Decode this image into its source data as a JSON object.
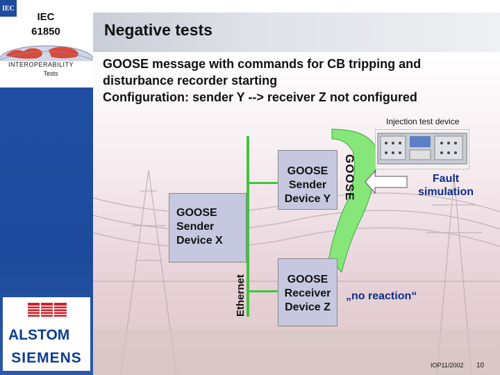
{
  "sidebar": {
    "iec_icon": "IEC",
    "iec_title_line1": "IEC",
    "iec_title_line2": "61850",
    "subtitle_line1": "INTEROPERABILITY",
    "subtitle_line2": "Tests",
    "logos": {
      "abb": "ABB",
      "alstom": "ALSTOM",
      "siemens": "SIEMENS"
    }
  },
  "header": {
    "title": "Negative tests"
  },
  "body": {
    "subtitle_lines": [
      "GOOSE message with commands for CB  tripping and",
      "disturbance recorder starting",
      "Configuration: sender Y --> receiver Z not configured"
    ]
  },
  "diagram": {
    "injection_label": "Injection test device",
    "sender_y": [
      "GOOSE",
      "Sender",
      "Device Y"
    ],
    "sender_x": [
      "GOOSE",
      "Sender",
      "Device X"
    ],
    "receiver_z": [
      "GOOSE",
      "Receiver",
      "Device Z"
    ],
    "goose_arrow_label": "GOOSE",
    "ethernet_label": "Ethernet",
    "fault_line1": "Fault",
    "fault_line2": "simulation",
    "no_reaction": "„no reaction“"
  },
  "footer": {
    "code": "IOP11/2002",
    "page": "10"
  },
  "colors": {
    "ethernet_green": "#3fc43f",
    "goose_arrow": "#86e67a",
    "box_fill": "#c6c8df",
    "accent_blue": "#0d2c85"
  }
}
